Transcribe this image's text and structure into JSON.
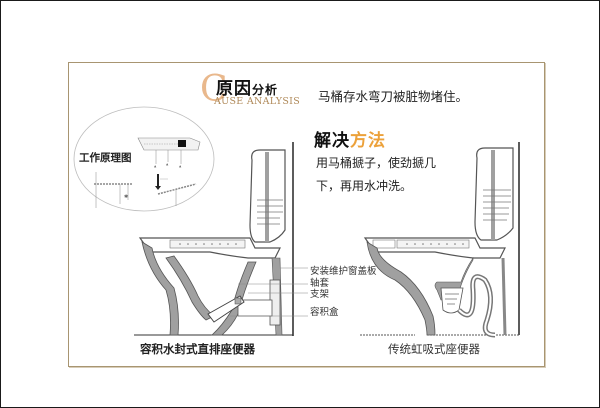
{
  "cause": {
    "big_letter": "C",
    "title_main": "原因",
    "title_small": "分析",
    "subtitle": "AUSE ANALYSIS",
    "description": "马桶存水弯刀被脏物堵住。"
  },
  "solution": {
    "title_main": "解决",
    "title_accent": "方法",
    "line1": "用马桶搋子，使劲搋几",
    "line2": "下，再用水冲洗。",
    "accent_color": "#eca13a"
  },
  "principle": {
    "label": "工作原理图"
  },
  "callouts": [
    {
      "label": "安装维护窗盖板"
    },
    {
      "label": "轴套"
    },
    {
      "label": "支架"
    },
    {
      "label": "容积盒"
    }
  ],
  "captions": {
    "left": "容积水封式直排座便器",
    "right": "传统虹吸式座便器"
  },
  "colors": {
    "frame_border": "#a89571",
    "cause_c": "#e9b88c",
    "cause_subtitle": "#b08a5a",
    "pipe_gray": "#9a9a9a"
  }
}
